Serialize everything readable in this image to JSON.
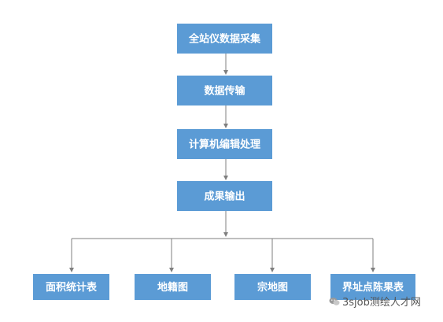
{
  "flow": {
    "steps": [
      "全站仪数据采集",
      "数据传输",
      "计算机编辑处理",
      "成果输出"
    ],
    "outputs": [
      "面积统计表",
      "地籍图",
      "宗地图",
      "界址点陈果表"
    ]
  },
  "watermark": {
    "text": "3sjob测绘人才网",
    "icon": "wechat-icon"
  },
  "colors": {
    "box_fill": "#5b9bd5",
    "box_text": "#ffffff",
    "connector": "#7f7f7f"
  }
}
